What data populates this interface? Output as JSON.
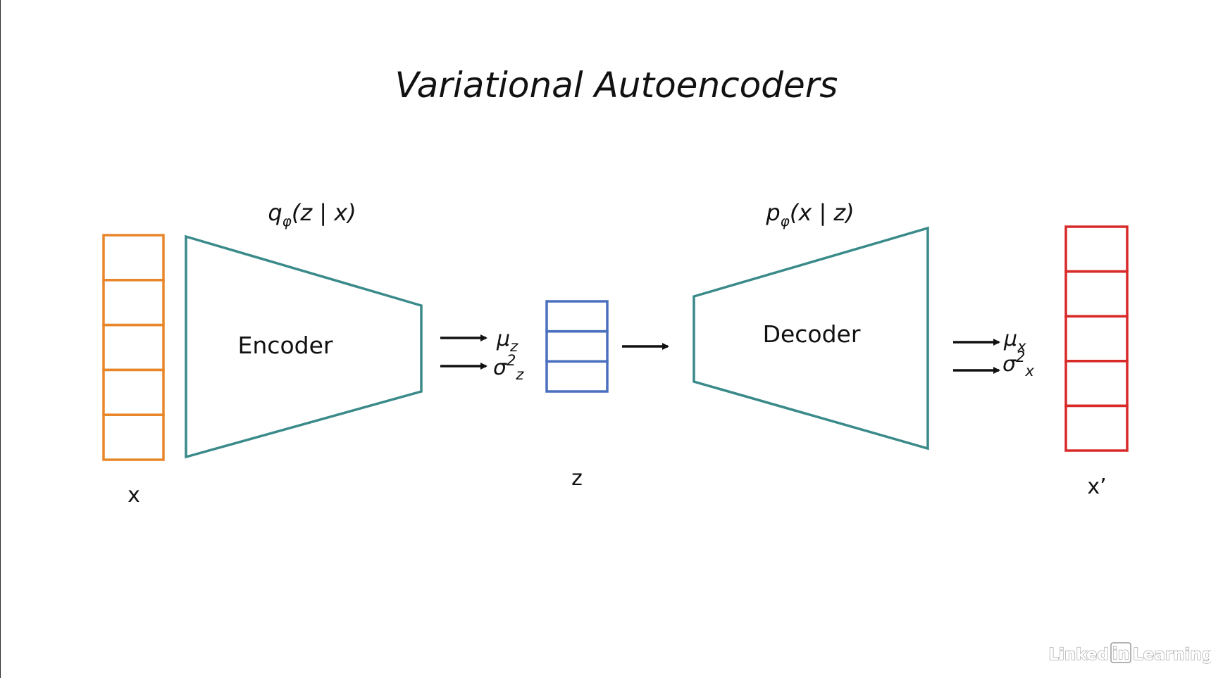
{
  "title": "Variational Autoencoders",
  "colors": {
    "input": "#e8862a",
    "latent": "#4a6fbf",
    "output": "#d92a2a",
    "network": "#3a8a8a",
    "arrow": "#111111"
  },
  "input_vector": {
    "label": "x",
    "cells": 5
  },
  "encoder": {
    "label": "Encoder",
    "distribution": {
      "base": "q",
      "sub": "φ",
      "args": "(z | x)"
    },
    "outputs": [
      {
        "base": "μ",
        "sup": "",
        "sub": "z"
      },
      {
        "base": "σ",
        "sup": "2",
        "sub": "z"
      }
    ]
  },
  "latent_vector": {
    "label": "z",
    "cells": 3
  },
  "decoder": {
    "label": "Decoder",
    "distribution": {
      "base": "p",
      "sub": "φ",
      "args": "(x | z)"
    },
    "outputs": [
      {
        "base": "μ",
        "sup": "",
        "sub": "x"
      },
      {
        "base": "σ",
        "sup": "2",
        "sub": "x"
      }
    ]
  },
  "output_vector": {
    "label": "x’",
    "cells": 5
  },
  "watermark": {
    "left": "Linked",
    "badge": "in",
    "right": "Learning"
  }
}
